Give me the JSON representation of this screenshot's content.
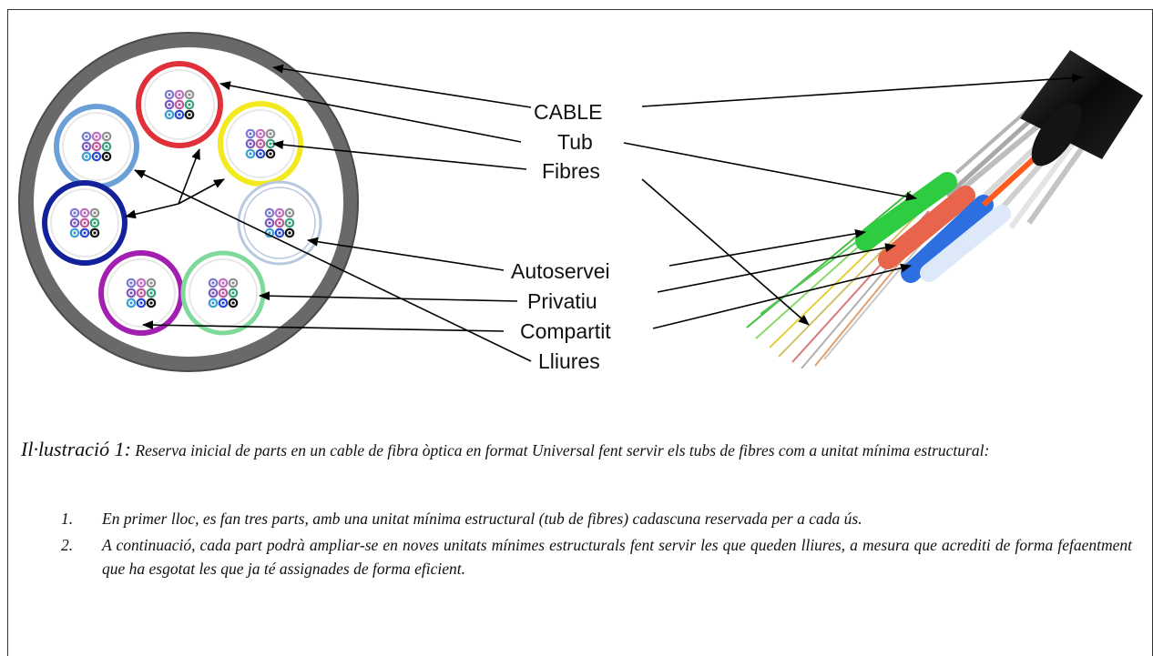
{
  "labels": {
    "cable": "CABLE",
    "tube": "Tub",
    "fibres": "Fibres",
    "autoservei": "Autoservei",
    "privatiu": "Privatiu",
    "compartit": "Compartit",
    "lliures": "Lliures"
  },
  "caption": {
    "title": "Il·lustració 1:",
    "text": "Reserva inicial de parts en un cable de fibra òptica en format Universal fent servir els tubs de fibres com a unitat mínima estructural:"
  },
  "steps": [
    {
      "num": "1.",
      "text": "En primer lloc, es fan tres parts, amb una unitat mínima estructural (tub de fibres) cadascuna reservada per a cada ús."
    },
    {
      "num": "2.",
      "text": "A continuació, cada part podrà ampliar-se en noves unitats mínimes estructurals fent servir les que queden lliures, a mesura que acrediti de forma fefaentment que ha esgotat les que ja té assignades de forma eficient."
    }
  ],
  "colors": {
    "sheath": "#696969",
    "tube_red": "#e0303a",
    "tube_yellow": "#f2ea1e",
    "tube_lightblue": "#6b9fd8",
    "tube_darkblue": "#13229a",
    "tube_white": "#b8c8e0",
    "tube_purple": "#a21fb0",
    "tube_green": "#7fd99a"
  }
}
